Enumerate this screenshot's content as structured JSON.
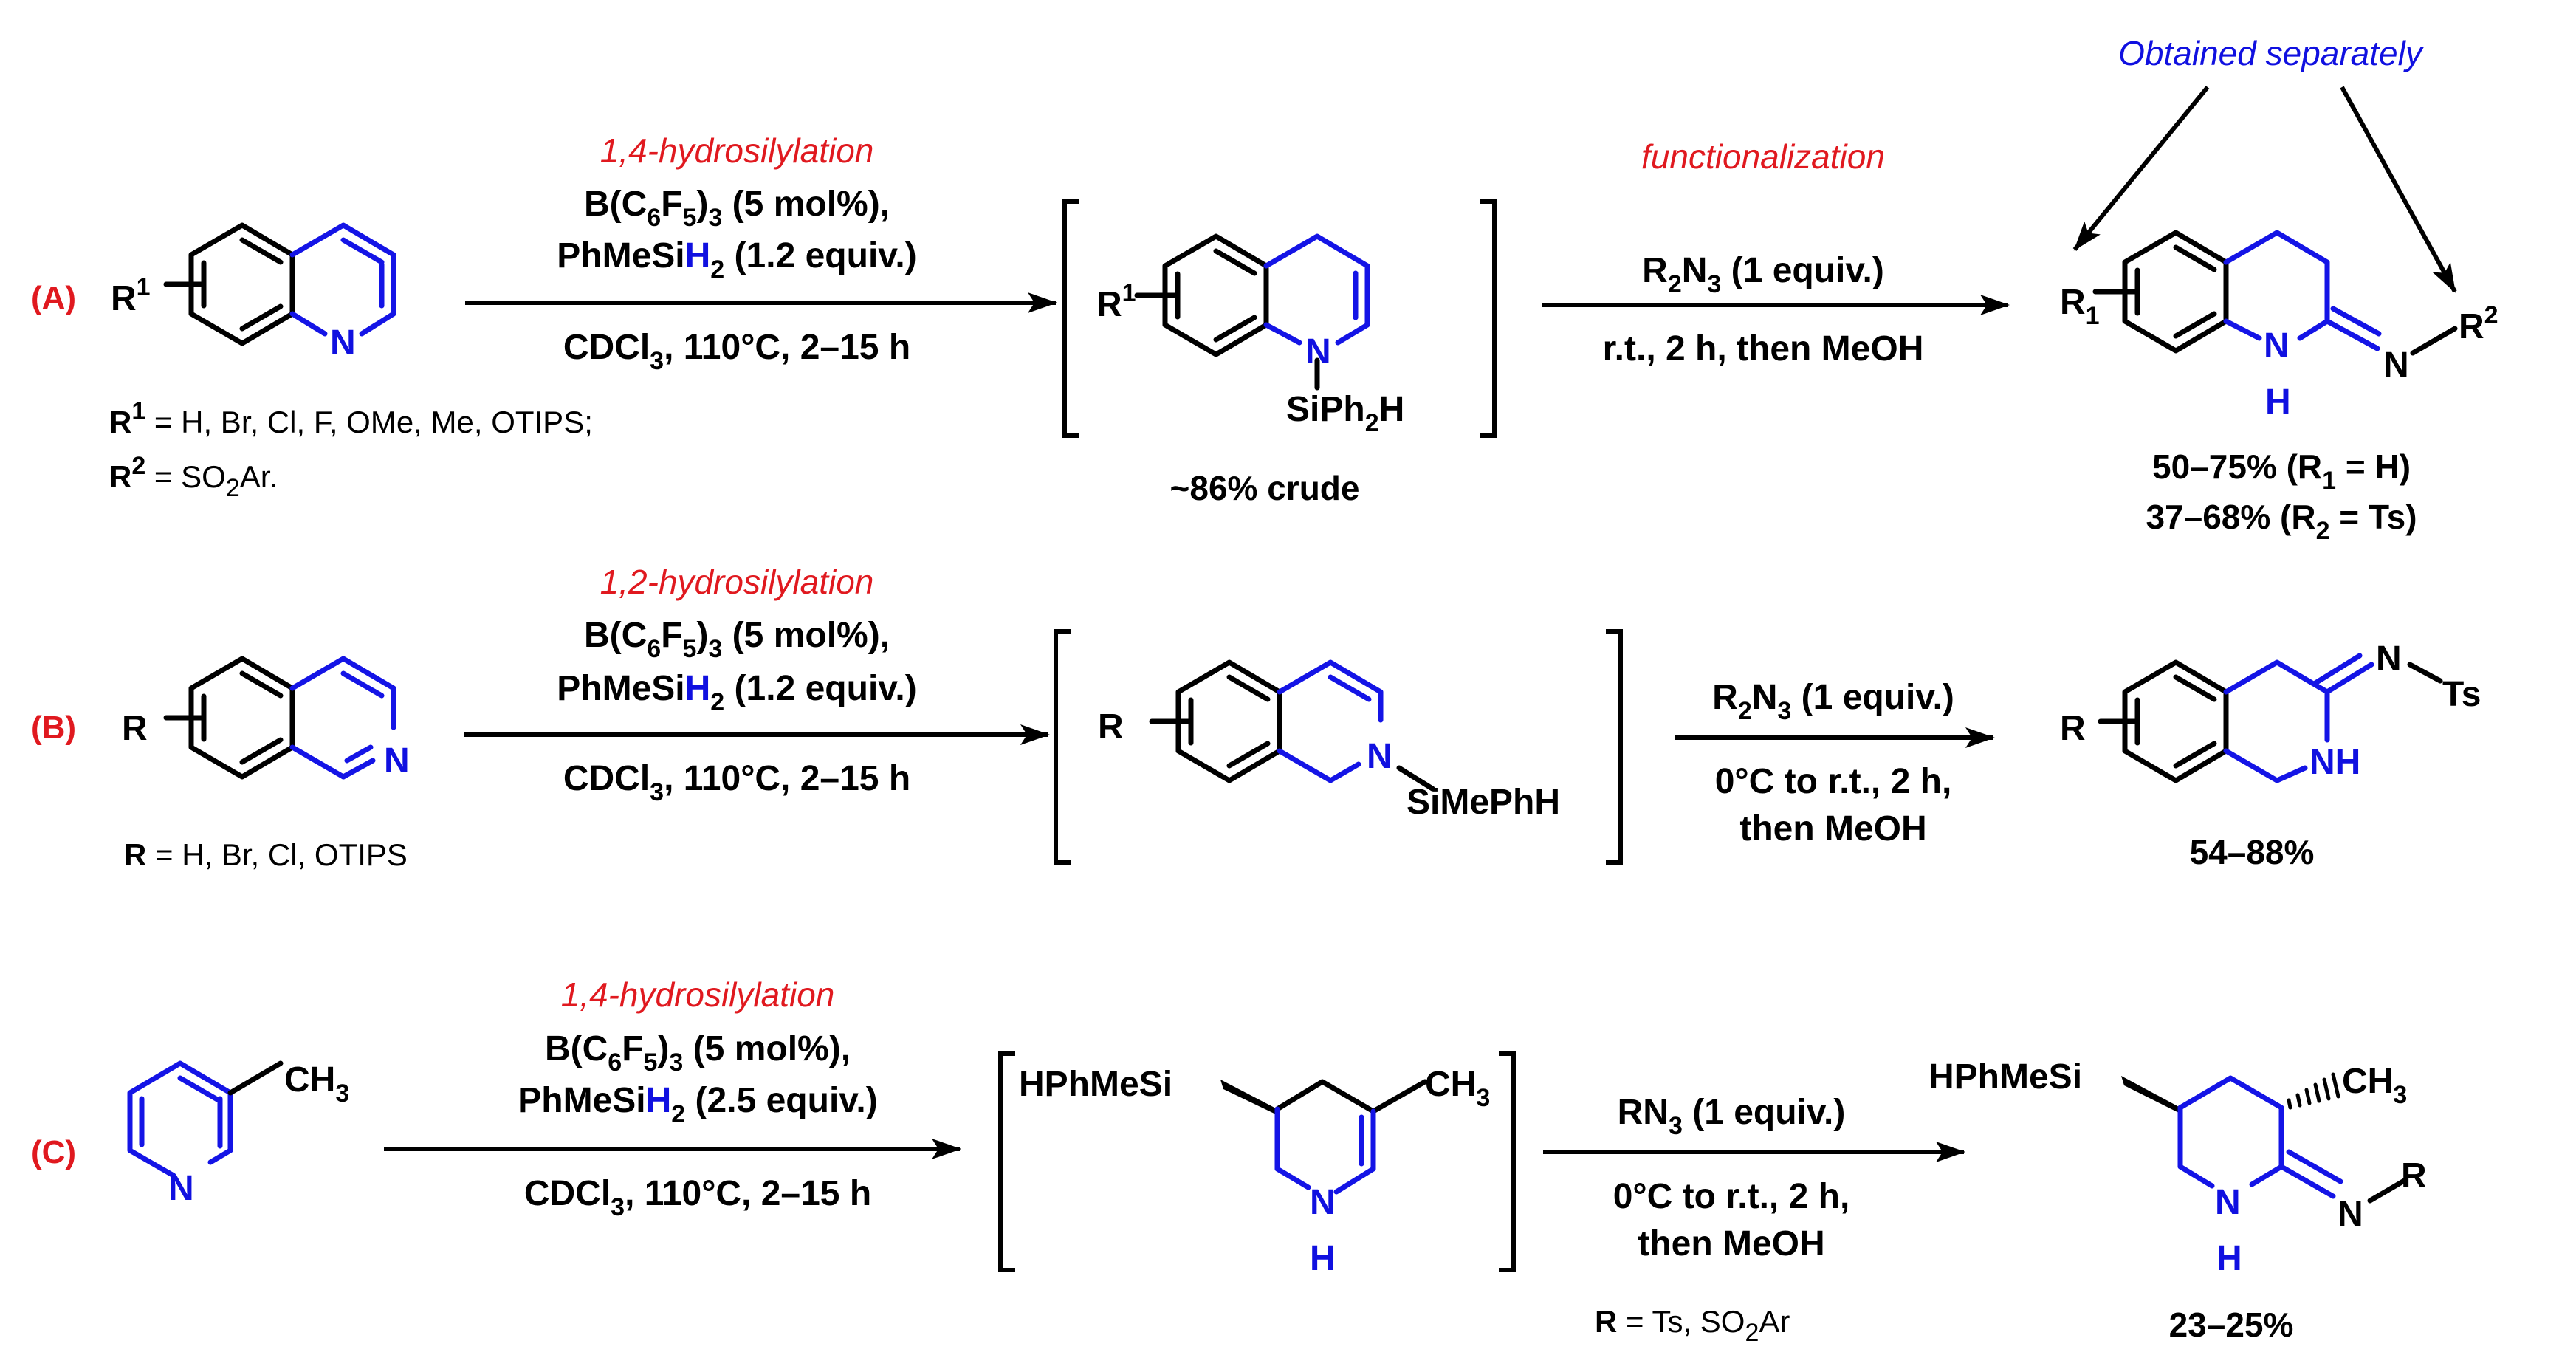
{
  "scheme": {
    "labels": {
      "a": "(A)",
      "b": "(B)",
      "c": "(C)"
    },
    "row_a": {
      "step1_name": "1,4-hydrosilylation",
      "cat": [
        "B(C",
        "6",
        "F",
        "5",
        ")",
        "3",
        " (5 mol%),"
      ],
      "silane": [
        "PhMeSi",
        "H",
        "2",
        " (1.2 equiv.)"
      ],
      "conditions": [
        "CDCl",
        "3",
        ", 110°C, 2–15 h"
      ],
      "step2_name": "functionalization",
      "reagent": [
        "R",
        "2",
        "N",
        "3",
        " (1 equiv.)"
      ],
      "reagent_conditions": "r.t., 2 h, then MeOH",
      "note": "Obtained separately",
      "r1_def": [
        "R",
        "1",
        " = H, Br, Cl, F, OMe, Me, OTIPS;"
      ],
      "r2_def": [
        "R",
        "2",
        " = SO",
        "2",
        "Ar."
      ],
      "intermediate_yield": "~86% crude",
      "yield1": [
        "50–75% (R",
        "1",
        " = H)"
      ],
      "yield2": [
        "37–68% (R",
        "2",
        " = Ts)"
      ],
      "atoms": {
        "r1_sm": [
          "R",
          "1"
        ],
        "n_sm": "N",
        "r1_int": [
          "R",
          "1"
        ],
        "n_int": "N",
        "si_int": [
          "SiPh",
          "2",
          "H"
        ],
        "r1_prod": [
          "R",
          "1"
        ],
        "nh_prod_n": "N",
        "nh_prod_h": "H",
        "n_imine": "N",
        "r2_prod": [
          "R",
          "2"
        ]
      }
    },
    "row_b": {
      "step1_name": "1,2-hydrosilylation",
      "cat": [
        "B(C",
        "6",
        "F",
        "5",
        ")",
        "3",
        " (5 mol%),"
      ],
      "silane": [
        "PhMeSi",
        "H",
        "2",
        " (1.2 equiv.)"
      ],
      "conditions": [
        "CDCl",
        "3",
        ", 110°C, 2–15 h"
      ],
      "reagent": [
        "R",
        "2",
        "N",
        "3",
        " (1 equiv.)"
      ],
      "reagent_conditions_1": "0°C to r.t., 2 h,",
      "reagent_conditions_2": "then MeOH",
      "r_def": [
        "R",
        " = H, Br, Cl, OTIPS"
      ],
      "yield": "54–88%",
      "atoms": {
        "r_sm": "R",
        "n_sm": "N",
        "r_int": "R",
        "n_int": "N",
        "si_int": "SiMePhH",
        "r_prod": "R",
        "nh_prod": "NH",
        "n_imine": "N",
        "ts": "Ts"
      }
    },
    "row_c": {
      "step1_name": "1,4-hydrosilylation",
      "cat": [
        "B(C",
        "6",
        "F",
        "5",
        ")",
        "3",
        " (5 mol%),"
      ],
      "silane": [
        "PhMeSi",
        "H",
        "2",
        " (2.5 equiv.)"
      ],
      "conditions": [
        "CDCl",
        "3",
        ", 110°C, 2–15 h"
      ],
      "reagent": [
        "RN",
        "3",
        " (1 equiv.)"
      ],
      "reagent_conditions_1": "0°C to r.t., 2 h,",
      "reagent_conditions_2": "then MeOH",
      "r_def": [
        "R",
        " = Ts, SO",
        "2",
        "Ar"
      ],
      "yield": "23–25%",
      "atoms": {
        "ch3_sm": [
          "CH",
          "3"
        ],
        "n_sm": "N",
        "si_int": "HPhMeSi",
        "ch3_int": [
          "CH",
          "3"
        ],
        "nh_int_n": "N",
        "nh_int_h": "H",
        "si_prod": "HPhMeSi",
        "ch3_prod": [
          "CH",
          "3"
        ],
        "nh_prod_n": "N",
        "nh_prod_h": "H",
        "n_imine": "N",
        "r_prod": "R"
      }
    }
  }
}
